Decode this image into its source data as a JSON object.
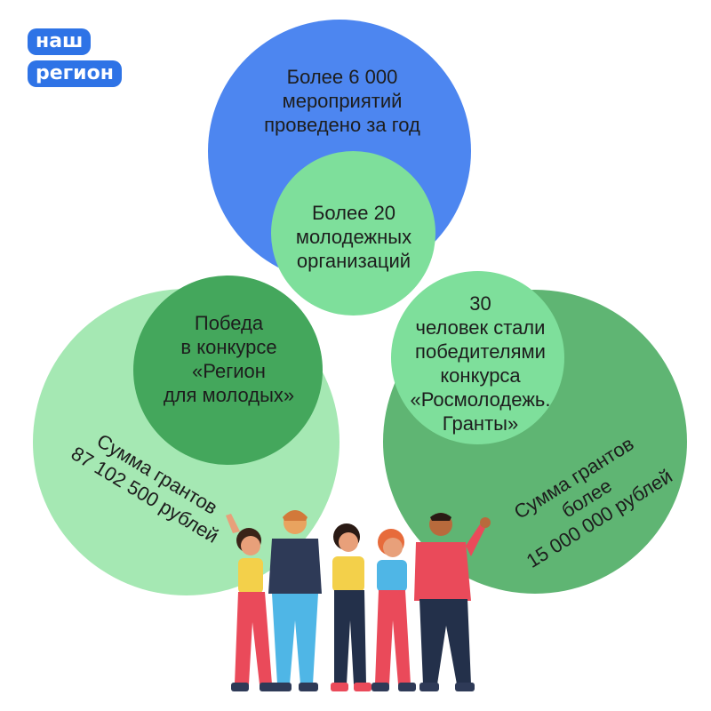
{
  "logo": {
    "line1": "наш",
    "line2": "регион"
  },
  "circles": {
    "events": {
      "lines": [
        "Более 6 000",
        "мероприятий",
        "проведено за год"
      ]
    },
    "organizations": {
      "lines": [
        "Более 20",
        "молодежных",
        "организаций"
      ]
    },
    "contest_win": {
      "lines": [
        "Победа",
        "в конкурсе",
        "«Регион",
        "для молодых»"
      ]
    },
    "grants_left": {
      "lines": [
        "Сумма грантов",
        "87 102 500 рублей"
      ]
    },
    "winners": {
      "lines": [
        "30",
        "человек стали",
        "победителями",
        "конкурса",
        "«Росмолодежь.",
        "Гранты»"
      ]
    },
    "grants_right": {
      "lines": [
        "Сумма грантов",
        "более",
        "15 000 000 рублей"
      ]
    }
  },
  "colors": {
    "logo": "#2e73e6",
    "blue_circle": "#4d86f0",
    "light_green": "#7edf9b",
    "pale_green": "#a5e8b3",
    "dark_green": "#44a75c",
    "mid_green": "#5fb573"
  },
  "illustration": "group-of-young-people"
}
